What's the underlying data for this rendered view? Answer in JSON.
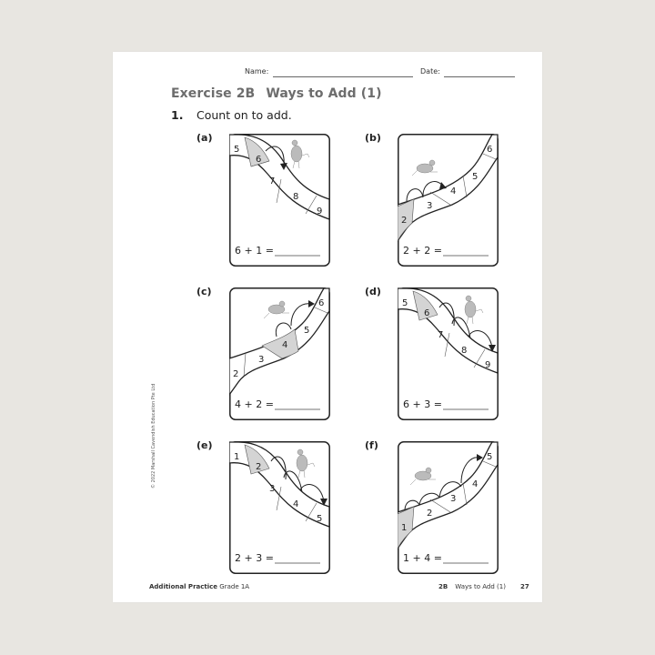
{
  "header": {
    "name_label": "Name:",
    "date_label": "Date:"
  },
  "title": {
    "exercise": "Exercise 2B",
    "topic": "Ways to Add (1)"
  },
  "instruction": {
    "number": "1.",
    "text": "Count on to add."
  },
  "questions": [
    {
      "label": "(a)",
      "equation": "6 + 1 =",
      "cells": [
        "5",
        "6",
        "7",
        "8",
        "9"
      ],
      "shaded": "6"
    },
    {
      "label": "(b)",
      "equation": "2 + 2 =",
      "cells": [
        "2",
        "3",
        "4",
        "5",
        "6"
      ],
      "shaded": "2"
    },
    {
      "label": "(c)",
      "equation": "4 + 2 =",
      "cells": [
        "2",
        "3",
        "4",
        "5",
        "6"
      ],
      "shaded": "4"
    },
    {
      "label": "(d)",
      "equation": "6 + 3 =",
      "cells": [
        "5",
        "6",
        "7",
        "8",
        "9"
      ],
      "shaded": "6"
    },
    {
      "label": "(e)",
      "equation": "2 + 3 =",
      "cells": [
        "1",
        "2",
        "3",
        "4",
        "5"
      ],
      "shaded": "2"
    },
    {
      "label": "(f)",
      "equation": "1 + 4 =",
      "cells": [
        "1",
        "2",
        "3",
        "4",
        "5"
      ],
      "shaded": "1"
    }
  ],
  "copyright": "© 2022 Marshall Cavendish Education Pte Ltd",
  "footer": {
    "book": "Additional Practice",
    "grade": "Grade 1A",
    "section_code": "2B",
    "section_title": "Ways to Add (1)",
    "page_number": "27"
  },
  "colors": {
    "title_gray": "#6d6d6d",
    "shade": "#d4d4d4",
    "background": "#e8e6e1"
  }
}
